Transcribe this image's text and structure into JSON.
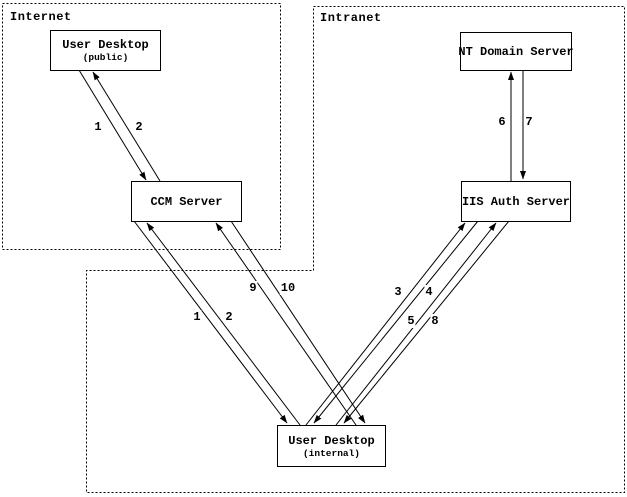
{
  "zones": {
    "internet": {
      "label": "Internet"
    },
    "intranet": {
      "label": "Intranet"
    }
  },
  "nodes": {
    "user_desktop_public": {
      "label": "User Desktop",
      "sublabel": "(public)"
    },
    "nt_domain_server": {
      "label": "NT Domain Server"
    },
    "ccm_server": {
      "label": "CCM Server"
    },
    "iis_auth_server": {
      "label": "IIS Auth Server"
    },
    "user_desktop_internal": {
      "label": "User Desktop",
      "sublabel": "(internal)"
    }
  },
  "edge_labels": {
    "public_1": "1",
    "public_2": "2",
    "nt_6": "6",
    "nt_7": "7",
    "ccm_9": "9",
    "ccm_10": "10",
    "internal_1": "1",
    "internal_2": "2",
    "iis_3": "3",
    "iis_4": "4",
    "iis_5": "5",
    "iis_8": "8"
  },
  "colors": {
    "line": "#000000",
    "background": "#ffffff"
  }
}
